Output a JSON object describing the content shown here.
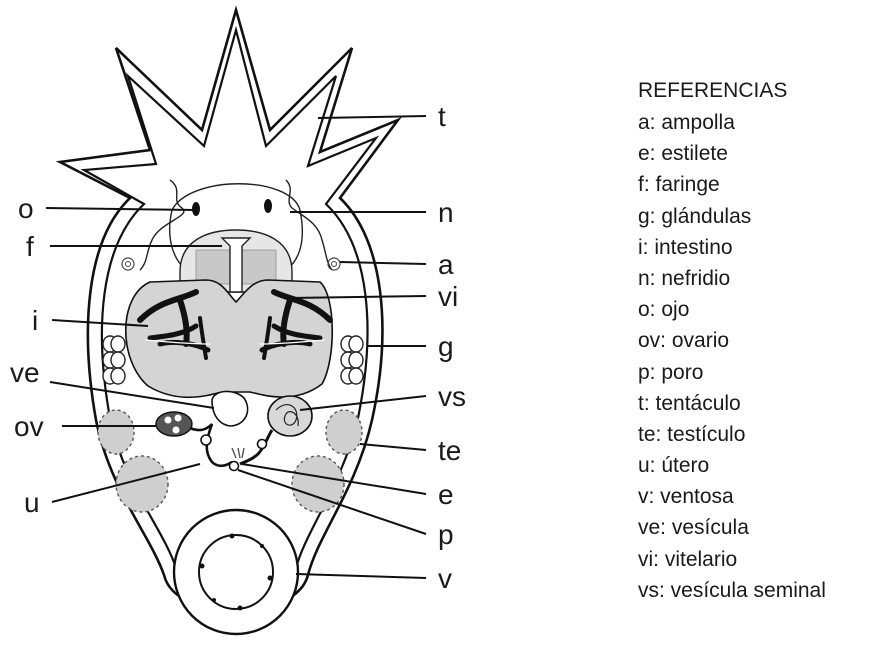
{
  "labels": {
    "t": "t",
    "o": "o",
    "n": "n",
    "f": "f",
    "a": "a",
    "i": "i",
    "vi": "vi",
    "g": "g",
    "ve": "ve",
    "vs": "vs",
    "ov": "ov",
    "te": "te",
    "e": "e",
    "u": "u",
    "p": "p",
    "v": "v"
  },
  "legend": {
    "title": "REFERENCIAS",
    "items": [
      "a: ampolla",
      "e: estilete",
      "f: faringe",
      "g: glándulas",
      "i: intestino",
      "n: nefridio",
      "o: ojo",
      "ov: ovario",
      "p: poro",
      "t: tentáculo",
      "te: testículo",
      "u: útero",
      "v: ventosa",
      "ve: vesícula",
      "vi: vitelario",
      "vs: vesícula seminal"
    ]
  }
}
